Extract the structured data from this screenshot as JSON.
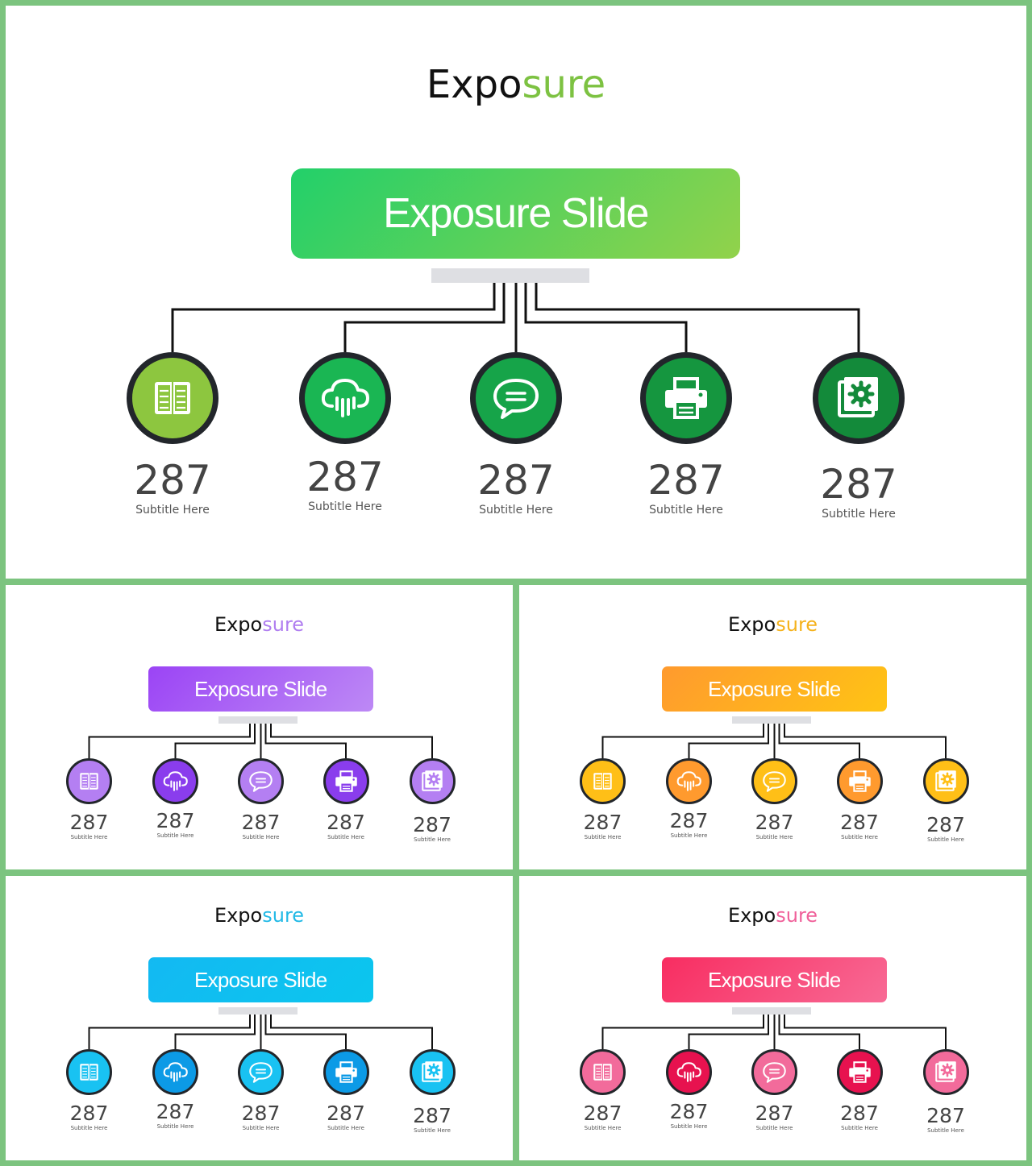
{
  "slides": [
    {
      "title_part1": "Expo",
      "title_part2": "sure",
      "accent": "#7dc242",
      "banner": "Exposure Slide",
      "banner_gradient": [
        "#22d06a",
        "#92d24b"
      ],
      "items": [
        {
          "icon": "book-icon",
          "value": "287",
          "subtitle": "Subtitle Here",
          "color": "#8dc63f"
        },
        {
          "icon": "cloud-rain-icon",
          "value": "287",
          "subtitle": "Subtitle Here",
          "color": "#1ab653"
        },
        {
          "icon": "chat-bubble-icon",
          "value": "287",
          "subtitle": "Subtitle Here",
          "color": "#16a449"
        },
        {
          "icon": "printer-icon",
          "value": "287",
          "subtitle": "Subtitle Here",
          "color": "#15963f"
        },
        {
          "icon": "gear-window-icon",
          "value": "287",
          "subtitle": "Subtitle Here",
          "color": "#138a3a"
        }
      ]
    },
    {
      "title_part1": "Expo",
      "title_part2": "sure",
      "accent": "#b07ef0",
      "banner": "Exposure Slide",
      "banner_gradient": [
        "#9b44f5",
        "#bd89f5"
      ],
      "items": [
        {
          "icon": "book-icon",
          "value": "287",
          "subtitle": "Subtitle Here",
          "color": "#b47ff2"
        },
        {
          "icon": "cloud-rain-icon",
          "value": "287",
          "subtitle": "Subtitle Here",
          "color": "#8a3ded"
        },
        {
          "icon": "chat-bubble-icon",
          "value": "287",
          "subtitle": "Subtitle Here",
          "color": "#b47ff2"
        },
        {
          "icon": "printer-icon",
          "value": "287",
          "subtitle": "Subtitle Here",
          "color": "#8a3ded"
        },
        {
          "icon": "gear-window-icon",
          "value": "287",
          "subtitle": "Subtitle Here",
          "color": "#b47ff2"
        }
      ]
    },
    {
      "title_part1": "Expo",
      "title_part2": "sure",
      "accent": "#f5b21c",
      "banner": "Exposure Slide",
      "banner_gradient": [
        "#ff9a2e",
        "#ffc414"
      ],
      "items": [
        {
          "icon": "book-icon",
          "value": "287",
          "subtitle": "Subtitle Here",
          "color": "#ffbf17"
        },
        {
          "icon": "cloud-rain-icon",
          "value": "287",
          "subtitle": "Subtitle Here",
          "color": "#ff9a2e"
        },
        {
          "icon": "chat-bubble-icon",
          "value": "287",
          "subtitle": "Subtitle Here",
          "color": "#ffbf17"
        },
        {
          "icon": "printer-icon",
          "value": "287",
          "subtitle": "Subtitle Here",
          "color": "#ff9a2e"
        },
        {
          "icon": "gear-window-icon",
          "value": "287",
          "subtitle": "Subtitle Here",
          "color": "#ffbf17"
        }
      ]
    },
    {
      "title_part1": "Expo",
      "title_part2": "sure",
      "accent": "#21b9e6",
      "banner": "Exposure Slide",
      "banner_gradient": [
        "#13b9f2",
        "#0bc6ee"
      ],
      "items": [
        {
          "icon": "book-icon",
          "value": "287",
          "subtitle": "Subtitle Here",
          "color": "#19c2f2"
        },
        {
          "icon": "cloud-rain-icon",
          "value": "287",
          "subtitle": "Subtitle Here",
          "color": "#0c9ae6"
        },
        {
          "icon": "chat-bubble-icon",
          "value": "287",
          "subtitle": "Subtitle Here",
          "color": "#19c2f2"
        },
        {
          "icon": "printer-icon",
          "value": "287",
          "subtitle": "Subtitle Here",
          "color": "#0c9ae6"
        },
        {
          "icon": "gear-window-icon",
          "value": "287",
          "subtitle": "Subtitle Here",
          "color": "#19c2f2"
        }
      ]
    },
    {
      "title_part1": "Expo",
      "title_part2": "sure",
      "accent": "#f0609a",
      "banner": "Exposure Slide",
      "banner_gradient": [
        "#f82d61",
        "#f86a95"
      ],
      "items": [
        {
          "icon": "book-icon",
          "value": "287",
          "subtitle": "Subtitle Here",
          "color": "#f26b9b"
        },
        {
          "icon": "cloud-rain-icon",
          "value": "287",
          "subtitle": "Subtitle Here",
          "color": "#e7124f"
        },
        {
          "icon": "chat-bubble-icon",
          "value": "287",
          "subtitle": "Subtitle Here",
          "color": "#f26b9b"
        },
        {
          "icon": "printer-icon",
          "value": "287",
          "subtitle": "Subtitle Here",
          "color": "#e7124f"
        },
        {
          "icon": "gear-window-icon",
          "value": "287",
          "subtitle": "Subtitle Here",
          "color": "#f26b9b"
        }
      ]
    }
  ]
}
